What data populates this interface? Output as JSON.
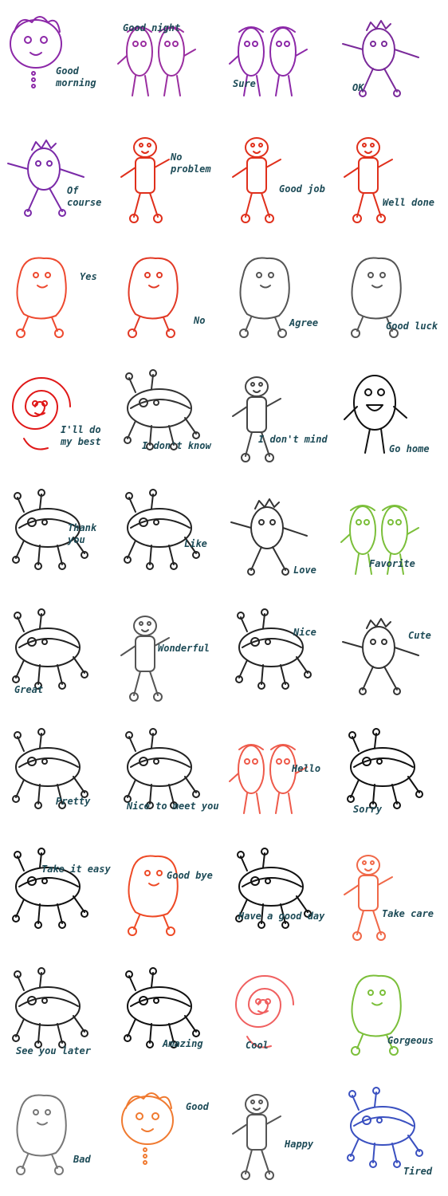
{
  "caption_color": "#1d4b57",
  "stickers": [
    {
      "label": "Good\nmorning",
      "color": "#8c28a8",
      "figure": "head"
    },
    {
      "label": "Good night",
      "color": "#9a2ea0",
      "figure": "pair"
    },
    {
      "label": "Sure",
      "color": "#8c28a8",
      "figure": "pair"
    },
    {
      "label": "OK",
      "color": "#7a2a9a",
      "figure": "star"
    },
    {
      "label": "Of\ncourse",
      "color": "#7a2aa8",
      "figure": "star"
    },
    {
      "label": "No\nproblem",
      "color": "#e0301c",
      "figure": "stick"
    },
    {
      "label": "Good job",
      "color": "#e0301c",
      "figure": "stick"
    },
    {
      "label": "Well done",
      "color": "#e0301c",
      "figure": "stick"
    },
    {
      "label": "Yes",
      "color": "#ee4a30",
      "figure": "blob"
    },
    {
      "label": "No",
      "color": "#e23a26",
      "figure": "blob"
    },
    {
      "label": "Agree",
      "color": "#555555",
      "figure": "blob"
    },
    {
      "label": "Good luck",
      "color": "#555555",
      "figure": "blob"
    },
    {
      "label": "I'll do\nmy best",
      "color": "#e01818",
      "figure": "spiral"
    },
    {
      "label": "I don't know",
      "color": "#333333",
      "figure": "crawler"
    },
    {
      "label": "I don't mind",
      "color": "#444444",
      "figure": "stick"
    },
    {
      "label": "Go home",
      "color": "#111111",
      "figure": "egg"
    },
    {
      "label": "Thank\nyou",
      "color": "#222222",
      "figure": "crawler"
    },
    {
      "label": "Like",
      "color": "#222222",
      "figure": "crawler"
    },
    {
      "label": "Love",
      "color": "#333333",
      "figure": "star"
    },
    {
      "label": "Favorite",
      "color": "#7bbf3a",
      "figure": "pair"
    },
    {
      "label": "Great",
      "color": "#222222",
      "figure": "crawler"
    },
    {
      "label": "Wonderful",
      "color": "#555555",
      "figure": "stick"
    },
    {
      "label": "Nice",
      "color": "#222222",
      "figure": "crawler"
    },
    {
      "label": "Cute",
      "color": "#333333",
      "figure": "star"
    },
    {
      "label": "Pretty",
      "color": "#222222",
      "figure": "crawler"
    },
    {
      "label": "Nice to meet you",
      "color": "#222222",
      "figure": "crawler"
    },
    {
      "label": "Hello",
      "color": "#ee5a4a",
      "figure": "pair"
    },
    {
      "label": "Sorry",
      "color": "#111111",
      "figure": "crawler"
    },
    {
      "label": "Take it easy",
      "color": "#111111",
      "figure": "crawler"
    },
    {
      "label": "Good bye",
      "color": "#ee4a26",
      "figure": "blob"
    },
    {
      "label": "Have a good day",
      "color": "#111111",
      "figure": "crawler"
    },
    {
      "label": "Take care",
      "color": "#f06848",
      "figure": "stick"
    },
    {
      "label": "See you later",
      "color": "#222222",
      "figure": "crawler"
    },
    {
      "label": "Amazing",
      "color": "#111111",
      "figure": "crawler"
    },
    {
      "label": "Cool",
      "color": "#f06060",
      "figure": "spiral"
    },
    {
      "label": "Gorgeous",
      "color": "#7bbf3a",
      "figure": "blob"
    },
    {
      "label": "Bad",
      "color": "#777777",
      "figure": "blob"
    },
    {
      "label": "Good",
      "color": "#f07a30",
      "figure": "head"
    },
    {
      "label": "Happy",
      "color": "#555555",
      "figure": "stick"
    },
    {
      "label": "Tired",
      "color": "#3a50c0",
      "figure": "crawler"
    }
  ]
}
